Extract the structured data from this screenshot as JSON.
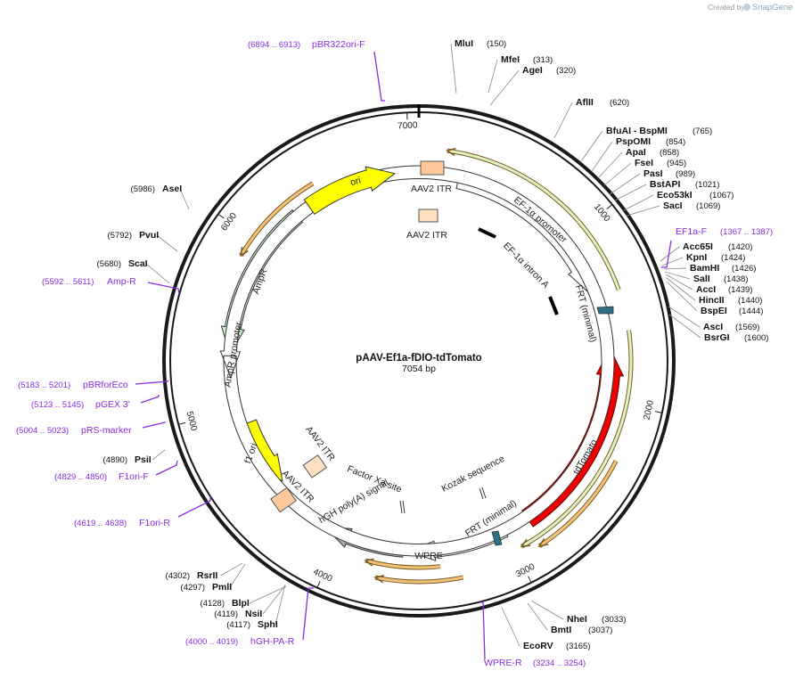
{
  "header": {
    "credit_prefix": "Created by",
    "brand": "SnapGene"
  },
  "plasmid": {
    "name": "pAAV-Ef1a-fDIO-tdTomato",
    "size_label": "7054 bp"
  },
  "ticks": [
    "1000",
    "2000",
    "3000",
    "4000",
    "5000",
    "6000",
    "7000"
  ],
  "enzymes": [
    {
      "name": "MluI",
      "pos": "(150)"
    },
    {
      "name": "MfeI",
      "pos": "(313)"
    },
    {
      "name": "AgeI",
      "pos": "(320)"
    },
    {
      "name": "AflII",
      "pos": "(620)"
    },
    {
      "name": "BfuAI  - BspMI",
      "pos": "(765)"
    },
    {
      "name": "PspOMI",
      "pos": "(854)"
    },
    {
      "name": "ApaI",
      "pos": "(858)"
    },
    {
      "name": "FseI",
      "pos": "(945)"
    },
    {
      "name": "PasI",
      "pos": "(989)"
    },
    {
      "name": "BstAPI",
      "pos": "(1021)"
    },
    {
      "name": "Eco53kI",
      "pos": "(1067)"
    },
    {
      "name": "SacI",
      "pos": "(1069)"
    },
    {
      "name": "Acc65I",
      "pos": "(1420)"
    },
    {
      "name": "KpnI",
      "pos": "(1424)"
    },
    {
      "name": "BamHI",
      "pos": "(1426)"
    },
    {
      "name": "SalI",
      "pos": "(1438)"
    },
    {
      "name": "AccI",
      "pos": "(1439)"
    },
    {
      "name": "HincII",
      "pos": "(1440)"
    },
    {
      "name": "BspEI",
      "pos": "(1444)"
    },
    {
      "name": "AscI",
      "pos": "(1569)"
    },
    {
      "name": "BsrGI",
      "pos": "(1600)"
    },
    {
      "name": "NheI",
      "pos": "(3033)"
    },
    {
      "name": "BmtI",
      "pos": "(3037)"
    },
    {
      "name": "EcoRV",
      "pos": "(3165)"
    },
    {
      "name": "SphI",
      "pos": "(4117)"
    },
    {
      "name": "NsiI",
      "pos": "(4119)"
    },
    {
      "name": "BlpI",
      "pos": "(4128)"
    },
    {
      "name": "PmlI",
      "pos": "(4297)"
    },
    {
      "name": "RsrII",
      "pos": "(4302)"
    },
    {
      "name": "PsiI",
      "pos": "(4890)"
    },
    {
      "name": "ScaI",
      "pos": "(5680)"
    },
    {
      "name": "PvuI",
      "pos": "(5792)"
    },
    {
      "name": "AseI",
      "pos": "(5986)"
    }
  ],
  "primers": [
    {
      "name": "pBR322ori-F",
      "range": "(6894 .. 6913)"
    },
    {
      "name": "EF1a-F",
      "range": "(1367 .. 1387)"
    },
    {
      "name": "WPRE-R",
      "range": "(3234 .. 3254)"
    },
    {
      "name": "hGH-PA-R",
      "range": "(4000 .. 4019)"
    },
    {
      "name": "F1ori-R",
      "range": "(4619 .. 4638)"
    },
    {
      "name": "F1ori-F",
      "range": "(4829 .. 4850)"
    },
    {
      "name": "pRS-marker",
      "range": "(5004 .. 5023)"
    },
    {
      "name": "pGEX 3'",
      "range": "(5123 .. 5145)"
    },
    {
      "name": "pBRforEco",
      "range": "(5183 .. 5201)"
    },
    {
      "name": "Amp-R",
      "range": "(5592 .. 5611)"
    }
  ],
  "features": {
    "ori": "ori",
    "aav2_itr": "AAV2 ITR",
    "ef1a_promoter": "EF-1α promoter",
    "ef1a_intron": "EF-1α intron A",
    "frt": "FRT (minimal)",
    "tdtomato": "tdTomato",
    "kozak": "Kozak sequence",
    "wpre": "WPRE",
    "hgh_polya": "hGH poly(A) signal",
    "factor_xa": "Factor Xa site",
    "f1_ori": "f1 ori",
    "ampr": "AmpR",
    "ampr_promoter": "AmpR promoter"
  },
  "colors": {
    "primer": "#8a2be2",
    "tdtomato": "#ee0000",
    "ori": "#ffff00",
    "ampr": "#ccf5cc",
    "itr": "#ffc89a",
    "wpre_polya": "#a8adb5",
    "frt": "#2e6f85",
    "orf_line": "#f2c27a"
  }
}
